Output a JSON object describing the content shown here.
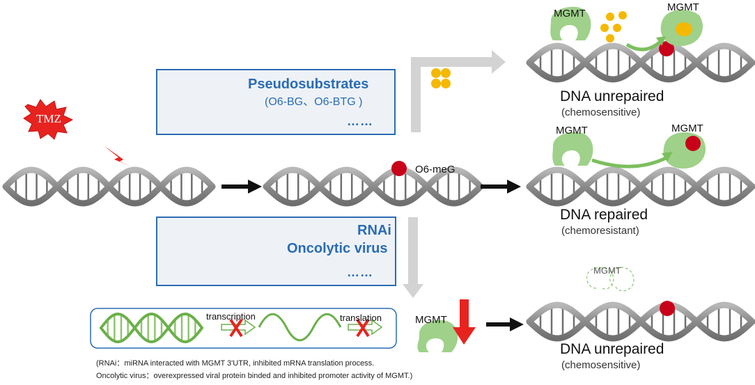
{
  "tmz_label": "TMZ",
  "lesion_label": "O6-meG",
  "pseudo_box": {
    "title": "Pseudosubstrates",
    "subtitle": "(O6-BG、O6-BTG )",
    "ellipsis": "……"
  },
  "rnai_box": {
    "line1": "RNAi",
    "line2": "Oncolytic virus",
    "ellipsis": "……"
  },
  "outcomes": {
    "top": {
      "enzyme_left": "MGMT",
      "enzyme_right": "MGMT",
      "result": "DNA unrepaired",
      "response": "(chemosensitive)"
    },
    "middle": {
      "enzyme_left": "MGMT",
      "enzyme_right": "MGMT",
      "result": "DNA repaired",
      "response": "(chemoresistant)"
    },
    "bottom": {
      "enzyme_ghost": "MGMT",
      "result": "DNA unrepaired",
      "response": "(chemosensitive)"
    }
  },
  "expression_panel": {
    "step1": "transcription",
    "step2": "translation",
    "protein_label": "MGMT"
  },
  "footnote": {
    "line1": "(RNAi：miRNA interacted with MGMT 3'UTR, inhibited mRNA translation process.",
    "line2": "Oncolytic virus：overexpressed viral protein binded and inhibited promoter activity of MGMT.)"
  },
  "colors": {
    "dna": "#8e8e8e",
    "lesion": "#c8001a",
    "enzyme": "#9fd18a",
    "pseudosubstrate": "#f5b800",
    "mrna": "#6bb04a",
    "box_border": "#2a6cb3",
    "flow_arrow": "#d3d3d3",
    "inhibit_arrow": "#e8231f"
  }
}
